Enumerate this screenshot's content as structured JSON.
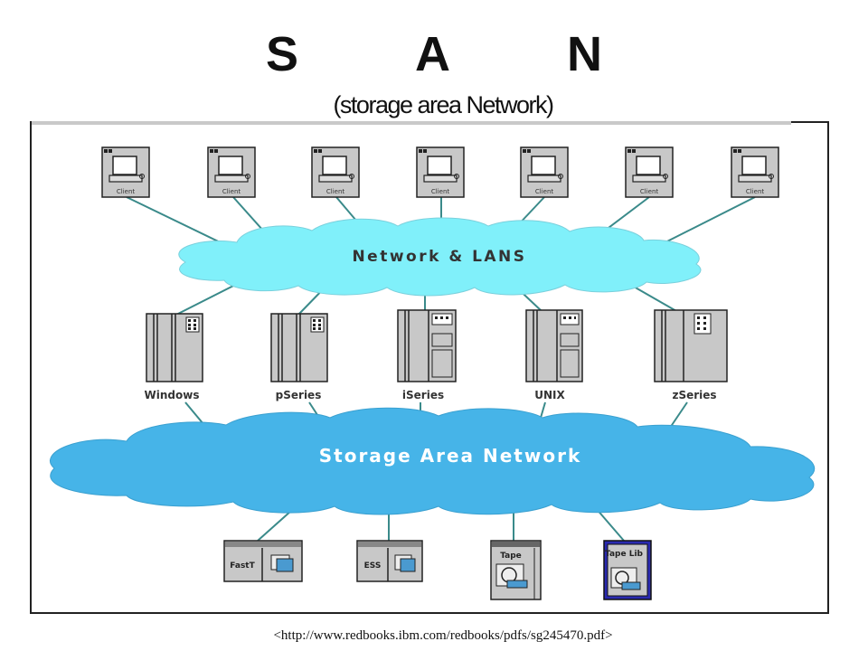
{
  "slide": {
    "title": "S A N",
    "subtitle": "(storage area Network)",
    "source": "<http://www.redbooks.ibm.com/redbooks/pdfs/sg245470.pdf>"
  },
  "clouds": {
    "lan": "Network & LANS",
    "san": "Storage Area Network"
  },
  "clients": [
    {
      "label": "Client"
    },
    {
      "label": "Client"
    },
    {
      "label": "Client"
    },
    {
      "label": "Client"
    },
    {
      "label": "Client"
    },
    {
      "label": "Client"
    },
    {
      "label": "Client"
    }
  ],
  "servers": [
    {
      "label": "Windows"
    },
    {
      "label": "pSeries"
    },
    {
      "label": "iSeries"
    },
    {
      "label": "UNIX"
    },
    {
      "label": "zSeries"
    }
  ],
  "storage": [
    {
      "label": "FastT"
    },
    {
      "label": "ESS"
    },
    {
      "label": "Tape"
    },
    {
      "label": "Tape Lib"
    }
  ],
  "colors": {
    "cloud_lan": "#80f0fa",
    "cloud_san": "#46b4e8",
    "link": "#3a8a8a",
    "device_fill": "#c8c8c8",
    "tape_lib_fill": "#2a2ab0"
  }
}
